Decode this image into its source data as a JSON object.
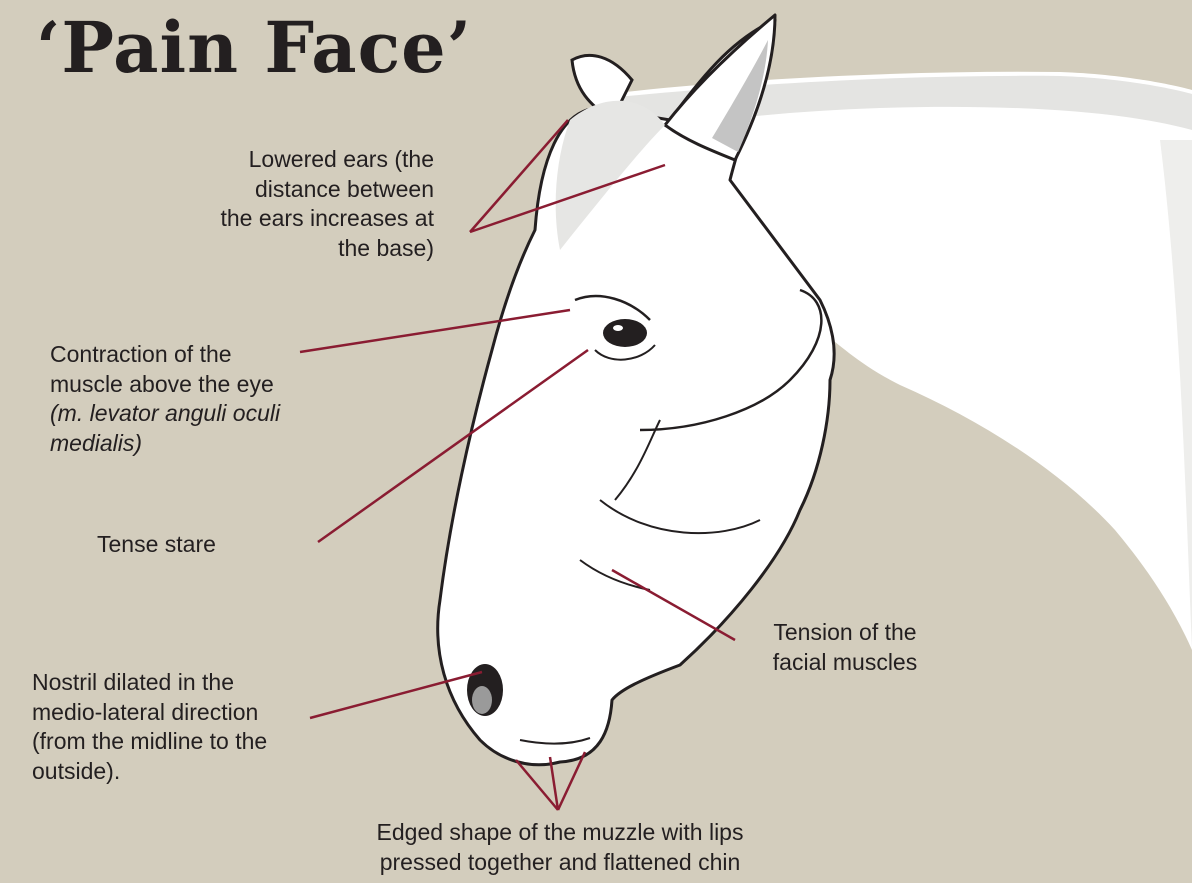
{
  "title": "‘Pain Face’",
  "colors": {
    "background": "#d3cdbd",
    "pointer_lines": "#8a1c32",
    "outline": "#231f20",
    "head_fill": "#ffffff",
    "shading": "#e2e2e0"
  },
  "annotations": {
    "ears": {
      "lines": [
        "Lowered ears (the",
        "distance between",
        "the ears increases at",
        "the base)"
      ]
    },
    "eye_muscle": {
      "lines": [
        "Contraction of the",
        "muscle above the eye"
      ],
      "latin_lines": [
        "(m. levator anguli oculi",
        "medialis)"
      ]
    },
    "stare": {
      "text": "Tense stare"
    },
    "nostril": {
      "lines": [
        "Nostril dilated in the",
        "medio-lateral direction",
        "(from the midline to the",
        "outside)."
      ]
    },
    "facial_muscles": {
      "lines": [
        "Tension of the",
        "facial muscles"
      ]
    },
    "muzzle": {
      "lines": [
        "Edged shape of the muzzle with lips",
        "pressed together and flattened chin"
      ]
    }
  }
}
